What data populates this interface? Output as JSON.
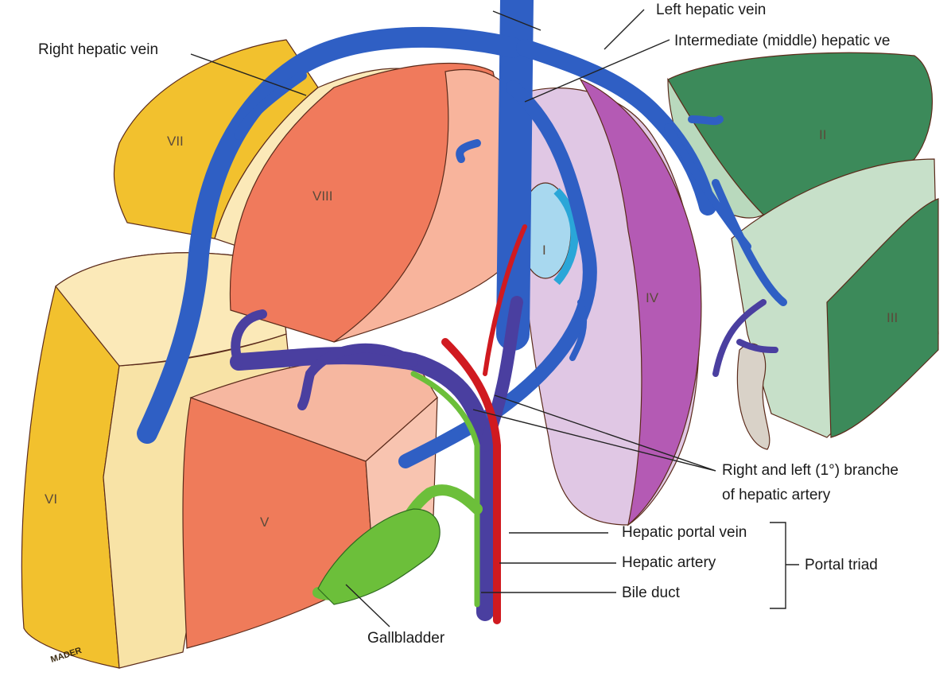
{
  "labels": {
    "left_hepatic_vein": "Left hepatic vein",
    "intermediate_vein": "Intermediate (middle) hepatic ve",
    "right_hepatic_vein": "Right hepatic vein",
    "branches_line1": "Right and left (1°) branche",
    "branches_line2": "of hepatic artery",
    "portal_vein": "Hepatic portal vein",
    "hepatic_artery": "Hepatic artery",
    "bile_duct": "Bile duct",
    "portal_triad": "Portal triad",
    "gallbladder": "Gallbladder"
  },
  "segments": {
    "i": "I",
    "ii": "II",
    "iii": "III",
    "iv": "IV",
    "v": "V",
    "vi": "VI",
    "vii": "VII",
    "viii": "VIII"
  },
  "signature": "MADER",
  "colors": {
    "vein_blue": "#2f5fc4",
    "portal_vein": "#4a3fa0",
    "artery_red": "#d01a20",
    "bile_green": "#6cbf3a",
    "segment_yellow": "#f2c12e",
    "segment_salmon": "#f08a68",
    "segment_purple": "#b45ab4",
    "segment_green": "#3c8a5a"
  }
}
